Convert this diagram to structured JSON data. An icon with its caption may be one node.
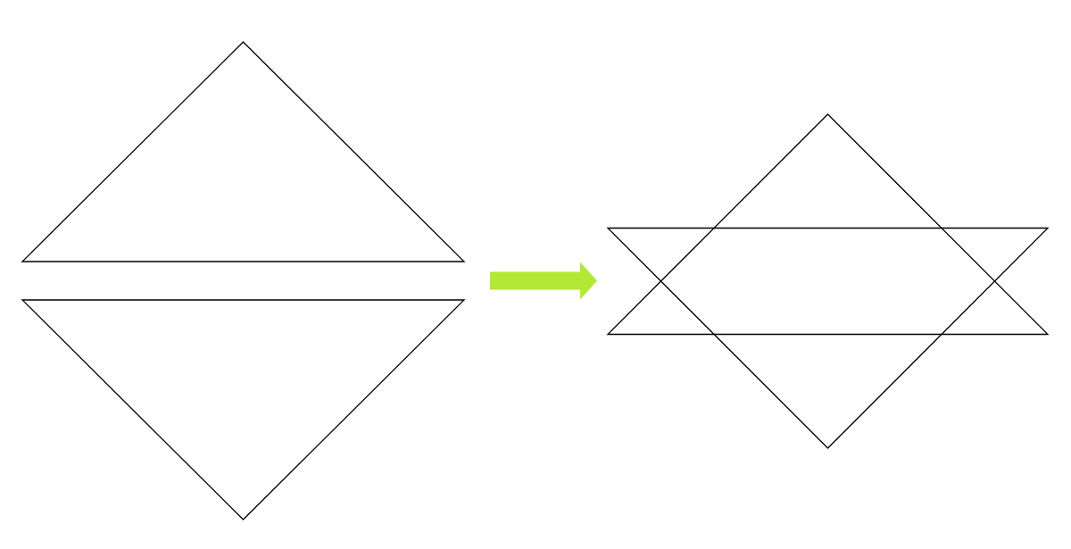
{
  "diagram": {
    "nodes": [
      {
        "text": [],
        "shape": "triangle"
      },
      {
        "text": [],
        "shape": "triangle"
      },
      {
        "text": [],
        "shape": "star"
      }
    ],
    "edges": [
      {
        "from": 0,
        "to": 2,
        "arrow": "to",
        "color": "#b3e835"
      },
      {
        "from": 1,
        "to": 2,
        "arrow": "to",
        "color": "#b3e835"
      }
    ]
  }
}
